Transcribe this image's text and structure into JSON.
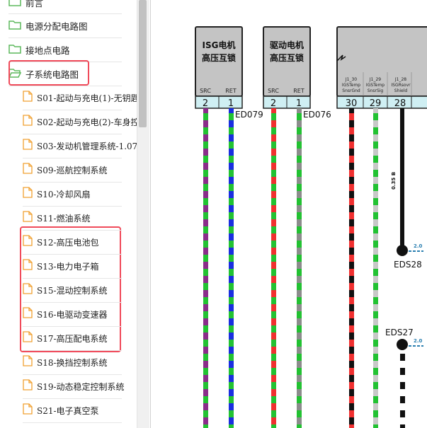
{
  "sidebar": {
    "top_item": "前言",
    "folders": [
      {
        "label": "电源分配电路图"
      },
      {
        "label": "接地点电路"
      },
      {
        "label": "子系统电路图"
      }
    ],
    "items": [
      {
        "label": "S01-起动与充电(1)-无钥匙"
      },
      {
        "label": "S02-起动与充电(2)-车身控"
      },
      {
        "label": "S03-发动机管理系统-1.07"
      },
      {
        "label": "S09-巡航控制系统"
      },
      {
        "label": "S10-冷却风扇"
      },
      {
        "label": "S11-燃油系统"
      },
      {
        "label": "S12-高压电池包"
      },
      {
        "label": "S13-电力电子箱"
      },
      {
        "label": "S15-混动控制系统"
      },
      {
        "label": "S16-电驱动变速器"
      },
      {
        "label": "S17-高压配电系统"
      },
      {
        "label": "S18-换挡控制系统"
      },
      {
        "label": "S19-动态稳定控制系统"
      },
      {
        "label": "S21-电子真空泵"
      }
    ]
  },
  "diagram": {
    "components": [
      {
        "title_line1": "ISG电机",
        "title_line2": "高压互锁",
        "pin_labels": [
          "SRC",
          "RET"
        ],
        "pin_numbers": [
          "2",
          "1"
        ],
        "connector": "ED079"
      },
      {
        "title_line1": "驱动电机",
        "title_line2": "高压互锁",
        "pin_labels": [
          "SRC",
          "RET"
        ],
        "pin_numbers": [
          "2",
          "1"
        ],
        "connector": "ED076"
      },
      {
        "pins": [
          {
            "code": "J1_30",
            "desc1": "IGSTemp",
            "desc2": "SnsrGnd",
            "number": "30"
          },
          {
            "code": "J1_29",
            "desc1": "IGSTemp",
            "desc2": "SnsrSig",
            "number": "29"
          },
          {
            "code": "J1_28",
            "desc1": "ISGRsovr",
            "desc2": "Shield",
            "number": "28"
          }
        ]
      }
    ],
    "wire_spec": "0.35 B",
    "grounds": [
      {
        "label": "EDS28",
        "tag": "2.0"
      },
      {
        "label": "EDS27",
        "tag": "2.0"
      }
    ]
  },
  "colors": {
    "highlight": "#f04a5a",
    "folder_icon": "#5cb85c",
    "doc_icon": "#f0a030",
    "connector_strip": "#cfeff3"
  }
}
